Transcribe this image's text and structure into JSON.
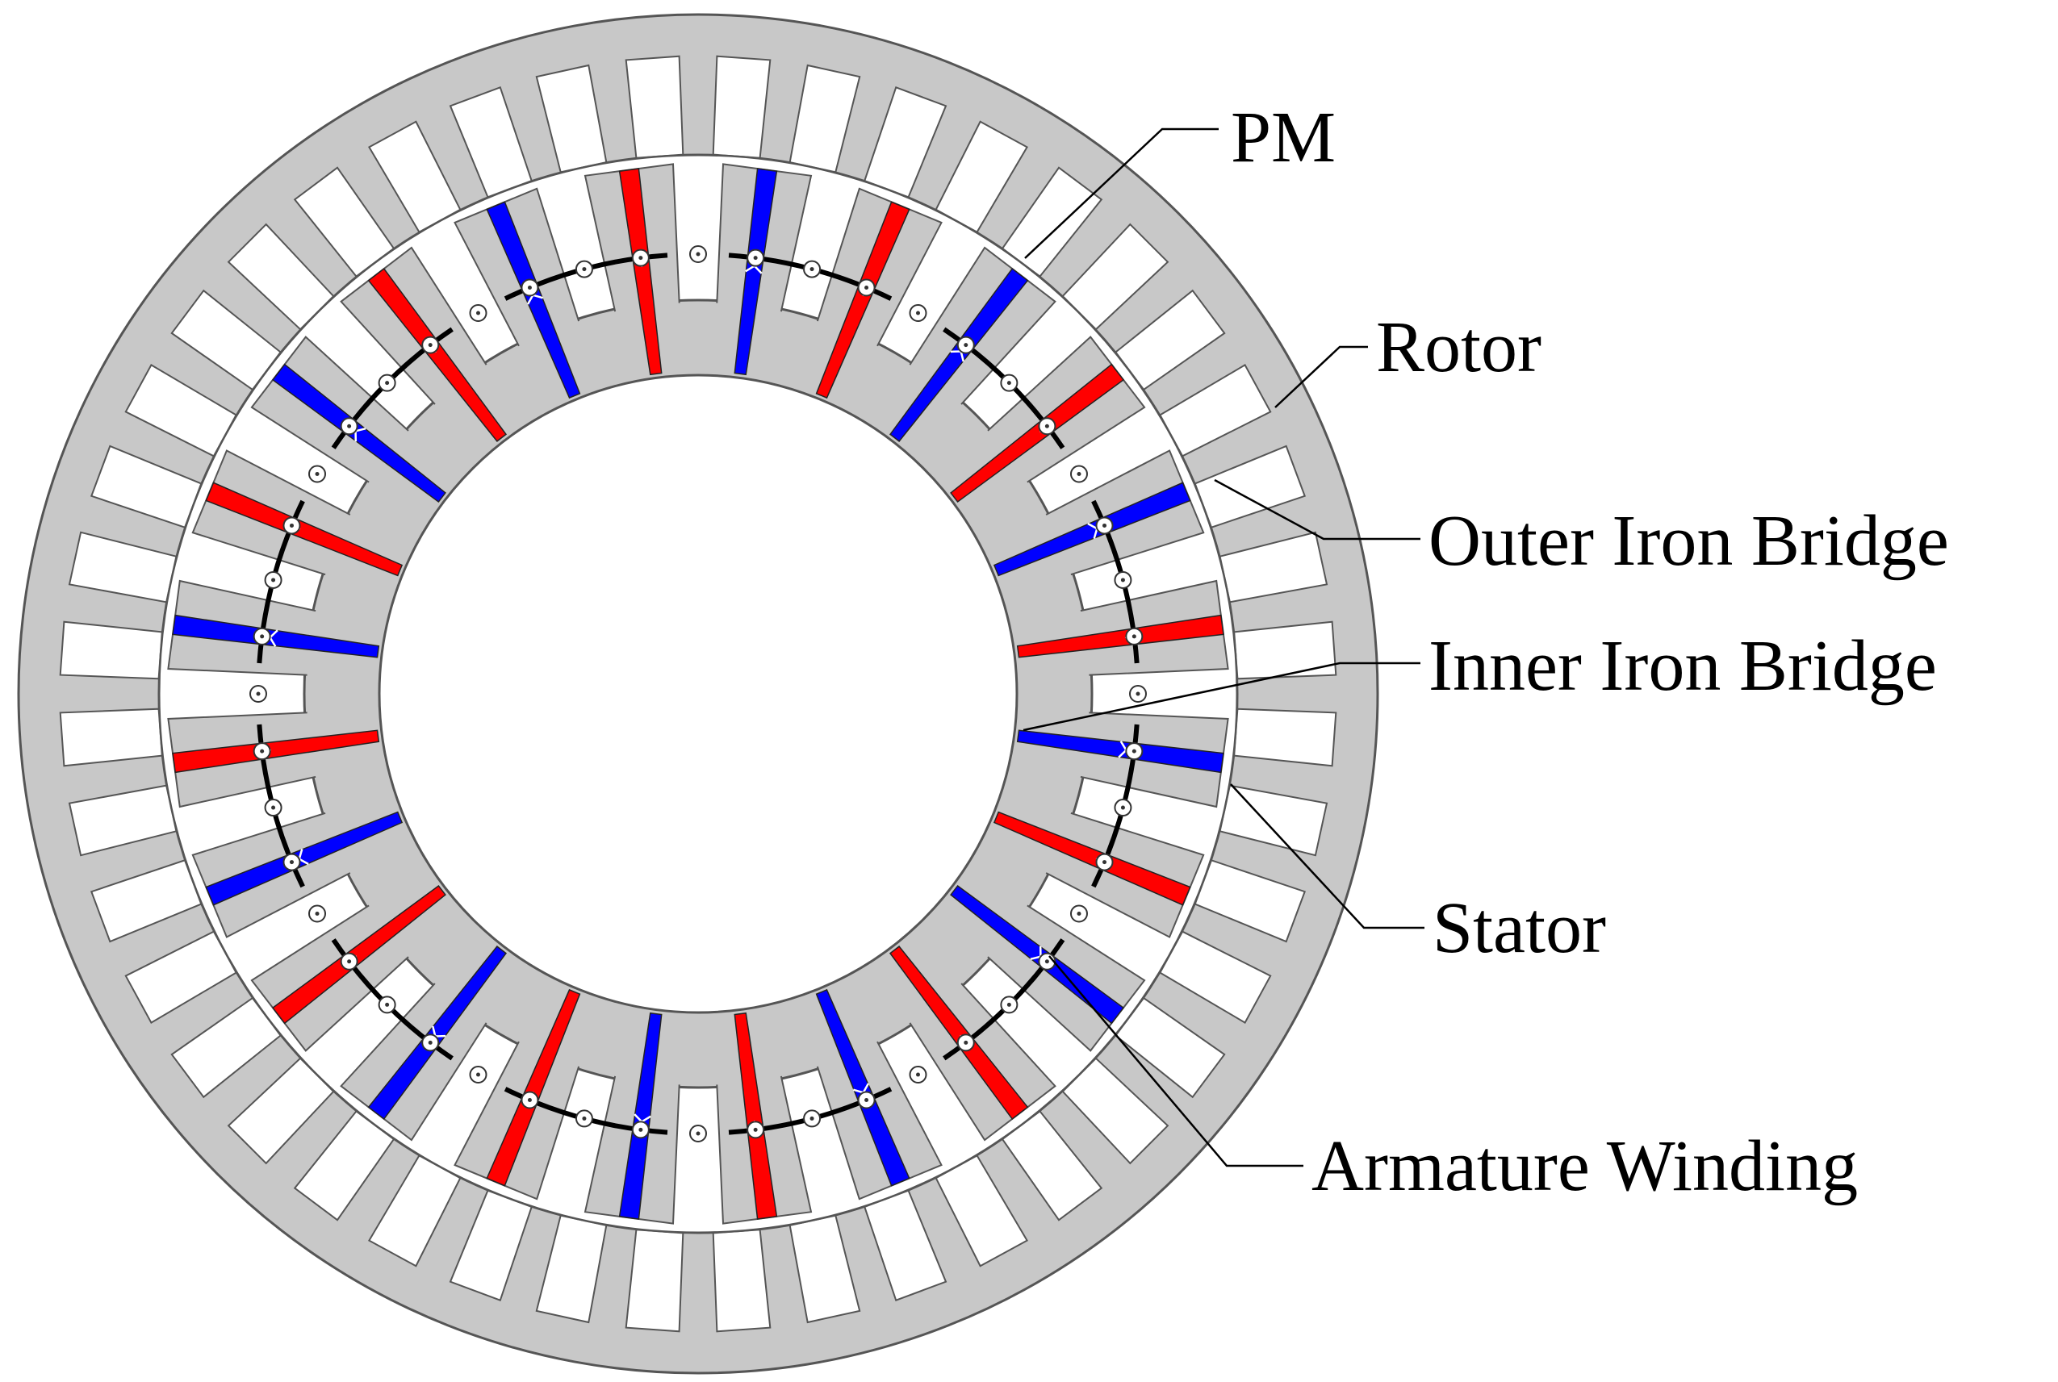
{
  "colors": {
    "background": "#ffffff",
    "rotor": "#c8c8c8",
    "stator": "#c8c8c8",
    "outline": "#555555",
    "pm_red": "#ff0000",
    "pm_blue": "#0000ff",
    "winding": "#000000",
    "arrow": "#ffffff"
  },
  "machine": {
    "rotor_slot_count": 44,
    "stator_tooth_count": 24,
    "pm_count": 24,
    "pm_polarity_pattern": [
      "red",
      "blue"
    ],
    "winding_coil_count": 12
  },
  "callouts": [
    {
      "id": "pm",
      "text": "PM"
    },
    {
      "id": "rotor",
      "text": "Rotor"
    },
    {
      "id": "outer-iron-bridge",
      "text": "Outer Iron Bridge"
    },
    {
      "id": "inner-iron-bridge",
      "text": "Inner Iron Bridge"
    },
    {
      "id": "stator",
      "text": "Stator"
    },
    {
      "id": "armature-winding",
      "text": "Armature Winding"
    }
  ]
}
